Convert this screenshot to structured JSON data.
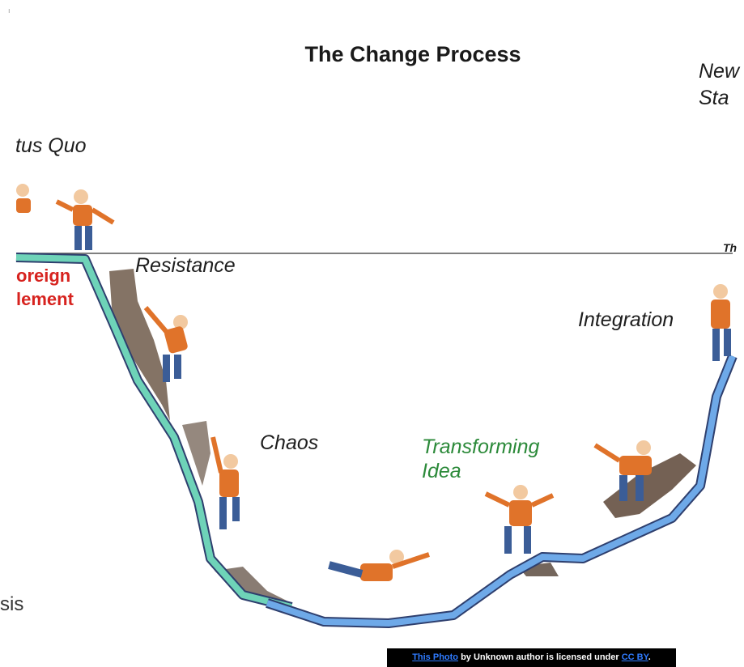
{
  "title": "The Change Process",
  "stages": {
    "status_quo": "tus Quo",
    "new_status": [
      "New",
      "Sta"
    ],
    "foreign_element": [
      "oreign",
      "lement"
    ],
    "resistance": "Resistance",
    "chaos": "Chaos",
    "transforming_idea": [
      "Transforming",
      "Idea"
    ],
    "integration": "Integration",
    "threshold_mark": "Th"
  },
  "slide_fragment": "sis",
  "attribution": {
    "link1": "This Photo",
    "middle": " by Unknown author is licensed under ",
    "link2": "CC BY",
    "end": "."
  },
  "colors": {
    "curve_left": "#6ed3b8",
    "curve_right": "#6ea9e8",
    "curve_outline": "#2e3f6e",
    "foreign_red": "#d7231f",
    "transform_green": "#2c8a3a",
    "shirt_orange": "#e0732a",
    "jeans_blue": "#3b5d97"
  },
  "icons": [
    "person-figure-icon"
  ]
}
